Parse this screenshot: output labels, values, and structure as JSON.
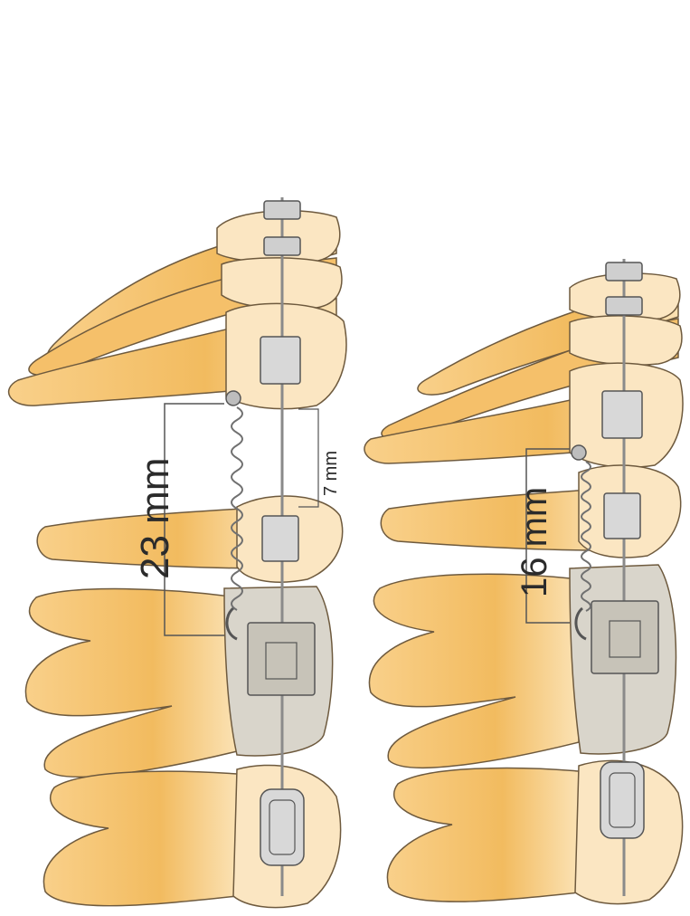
{
  "measurements": {
    "left_spring_length": "23 mm",
    "left_gap": "7 mm",
    "right_spring_length": "16 mm"
  },
  "colors": {
    "tooth_fill": "#f7c777",
    "tooth_dark": "#e9a33c",
    "crown": "#fbe6c2",
    "outline": "#6e5a3e",
    "band": "#d4d0c6",
    "wire": "#8a8a8a",
    "spring": "#707070"
  }
}
